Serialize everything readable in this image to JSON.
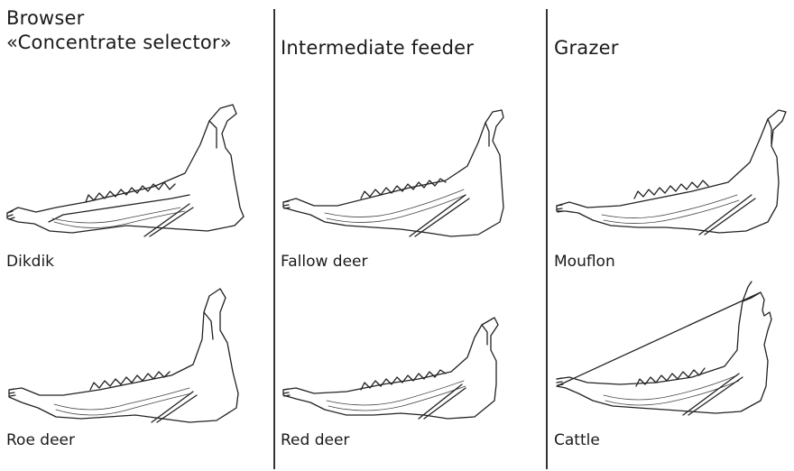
{
  "columns": [
    {
      "heading": [
        "Browser",
        "«Concentrate selector»"
      ],
      "specimens": [
        {
          "label": "Dikdik",
          "icon": "mandible-icon"
        },
        {
          "label": "Roe deer",
          "icon": "mandible-icon"
        }
      ]
    },
    {
      "heading": [
        "Intermediate feeder"
      ],
      "specimens": [
        {
          "label": "Fallow deer",
          "icon": "mandible-icon"
        },
        {
          "label": "Red deer",
          "icon": "mandible-icon"
        }
      ]
    },
    {
      "heading": [
        "Grazer"
      ],
      "specimens": [
        {
          "label": "Mouflon",
          "icon": "mandible-icon"
        },
        {
          "label": "Cattle",
          "icon": "mandible-icon"
        }
      ]
    }
  ]
}
